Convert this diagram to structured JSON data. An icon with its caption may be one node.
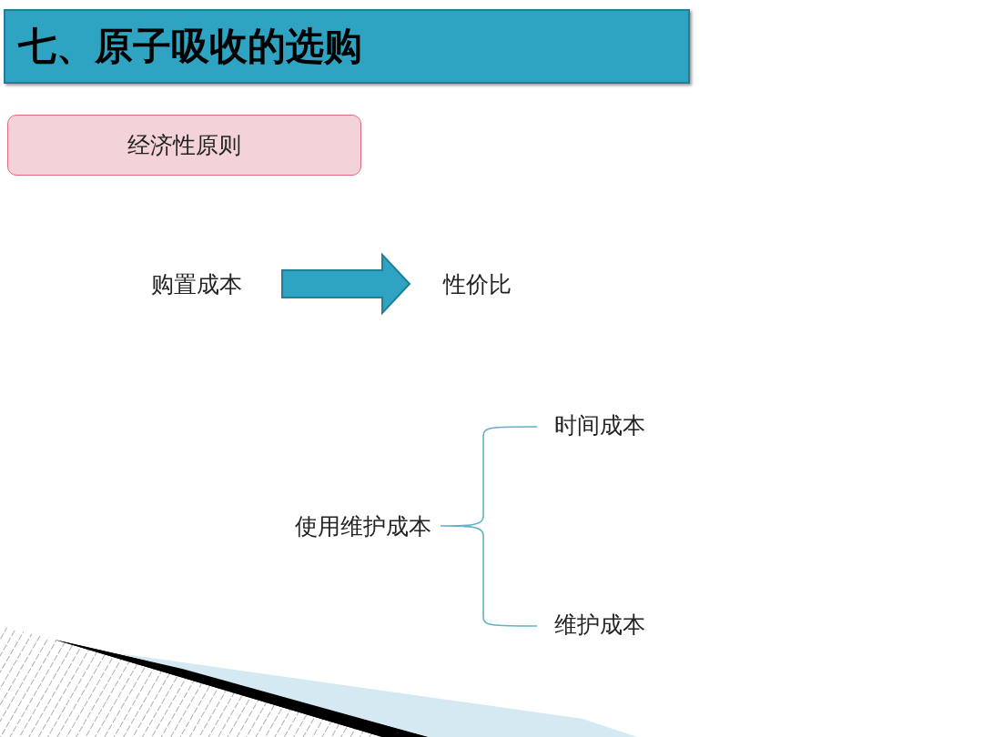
{
  "diagram": {
    "title": "七、原子吸收的选购",
    "nodes": [
      {
        "text": [
          "经济性原则"
        ]
      },
      {
        "text": [
          "购置成本"
        ]
      },
      {
        "text": [
          "性价比"
        ]
      },
      {
        "text": [
          "使用维护成本"
        ]
      },
      {
        "text": [
          "时间成本"
        ]
      },
      {
        "text": [
          "维护成本"
        ]
      }
    ],
    "edges": [
      {
        "from": 1,
        "to": 2,
        "arrow": "to",
        "style": "thick"
      },
      {
        "from": 3,
        "to": 4,
        "arrow": "none"
      },
      {
        "from": 3,
        "to": 5,
        "arrow": "none"
      }
    ]
  }
}
